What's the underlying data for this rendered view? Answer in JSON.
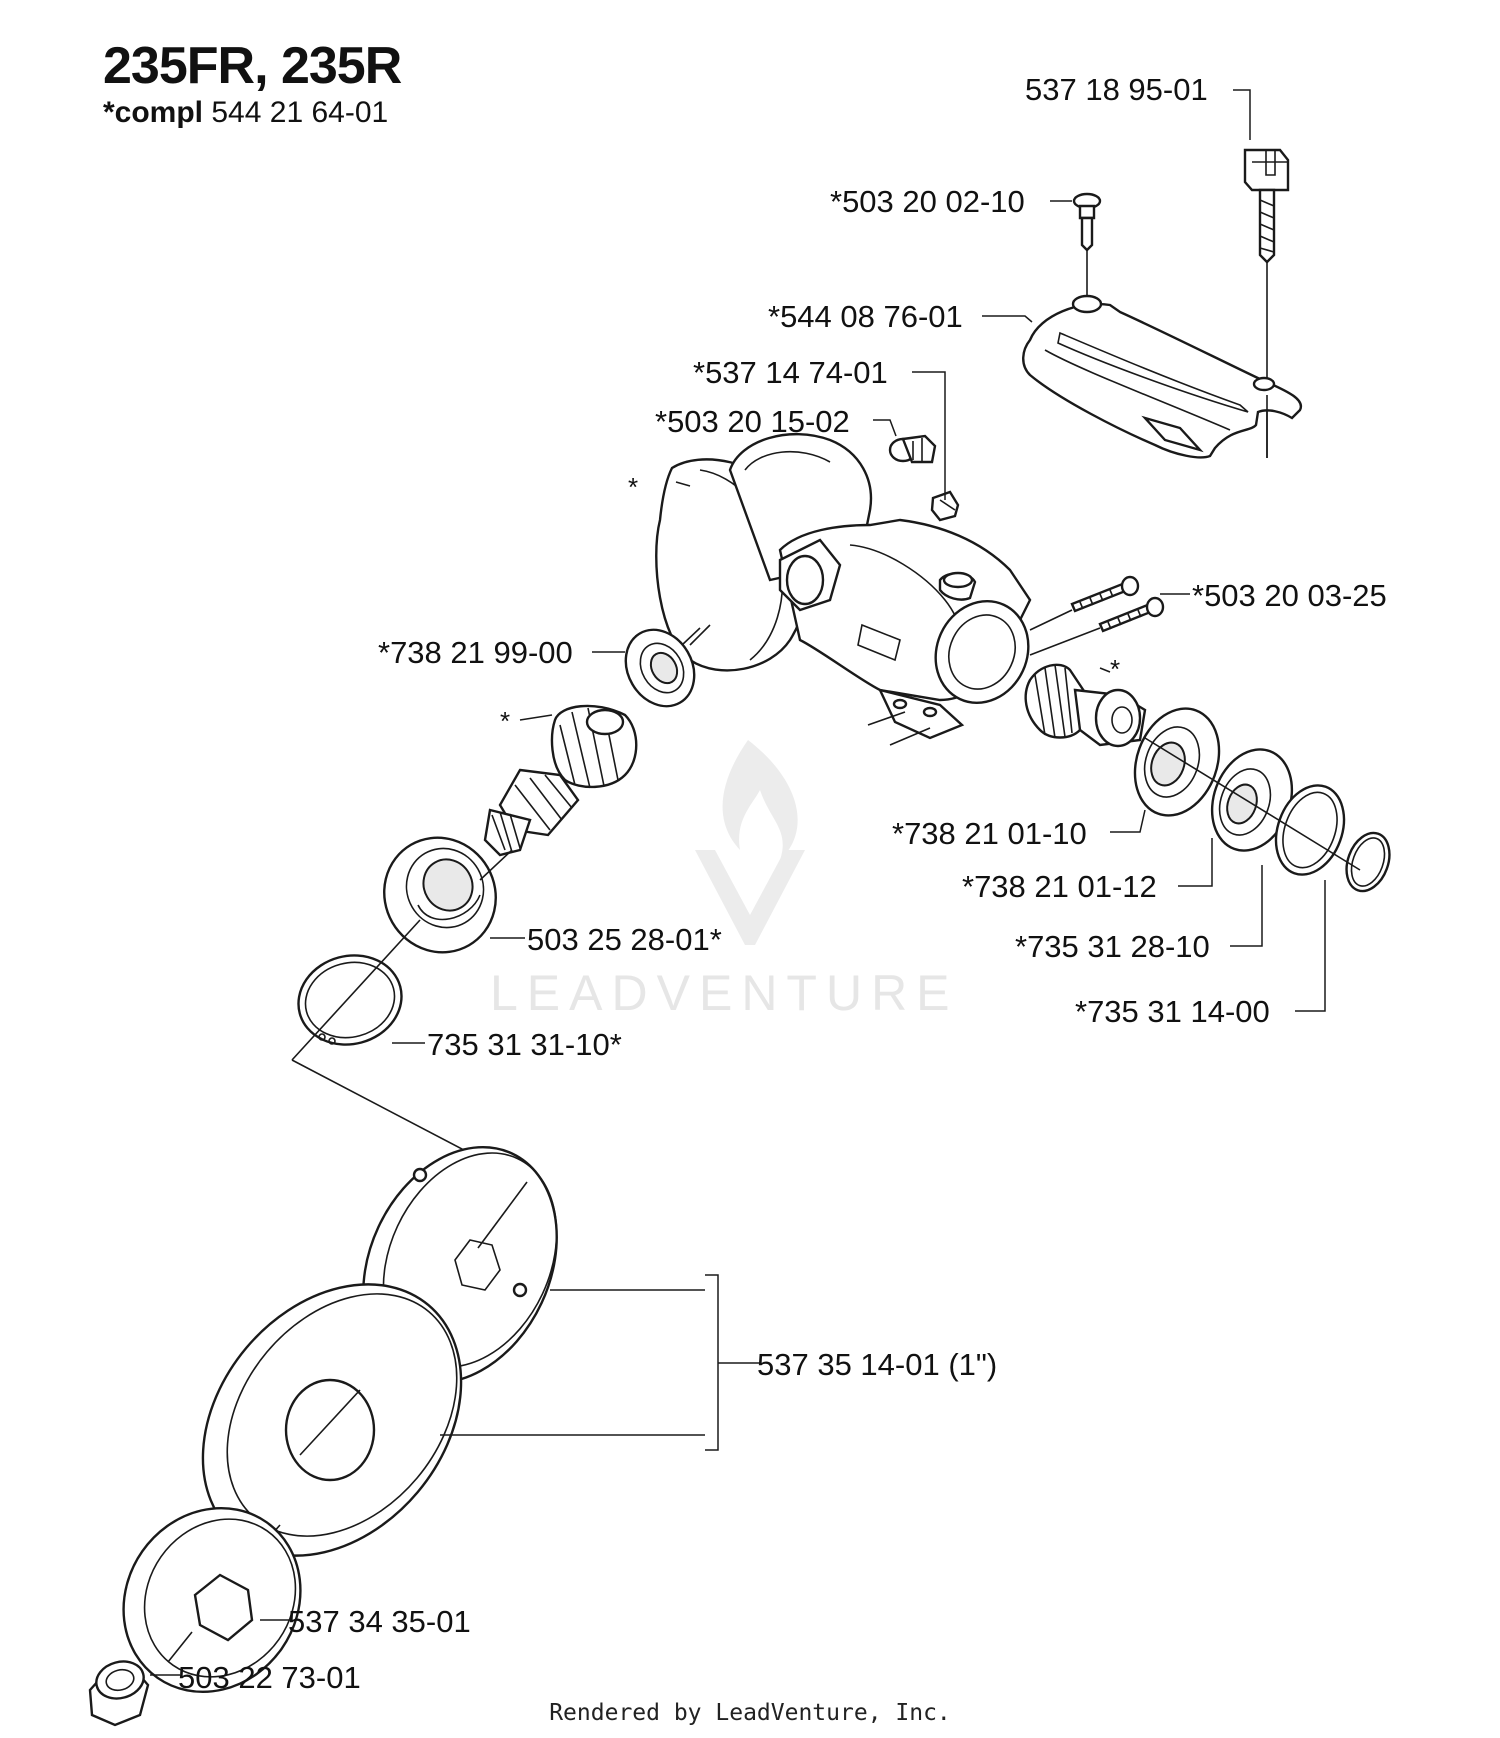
{
  "header": {
    "title": "235FR, 235R",
    "compl_label": "*compl",
    "compl_number": "544 21 64-01"
  },
  "watermark": {
    "text": "LEADVENTURE"
  },
  "footer": {
    "text": "Rendered by LeadVenture, Inc."
  },
  "parts": [
    {
      "id": "p01",
      "label": "537 18 95-01"
    },
    {
      "id": "p02",
      "label": "*503 20 02-10"
    },
    {
      "id": "p03",
      "label": "*544 08 76-01"
    },
    {
      "id": "p04",
      "label": "*537 14 74-01"
    },
    {
      "id": "p05",
      "label": "*503 20 15-02"
    },
    {
      "id": "p06",
      "label": "*503 20 03-25"
    },
    {
      "id": "p07",
      "label": "*738 21 99-00"
    },
    {
      "id": "p08",
      "label": "*738 21 01-10"
    },
    {
      "id": "p09",
      "label": "*738 21 01-12"
    },
    {
      "id": "p10",
      "label": "*735 31 28-10"
    },
    {
      "id": "p11",
      "label": "*735 31 14-00"
    },
    {
      "id": "p12",
      "label": "503 25 28-01*"
    },
    {
      "id": "p13",
      "label": "735 31 31-10*"
    },
    {
      "id": "p14",
      "label": "537 35 14-01 (1\")"
    },
    {
      "id": "p15",
      "label": "537 34 35-01"
    },
    {
      "id": "p16",
      "label": "503 22 73-01"
    }
  ],
  "asterisk_marks": [
    "*",
    "*",
    "*"
  ]
}
